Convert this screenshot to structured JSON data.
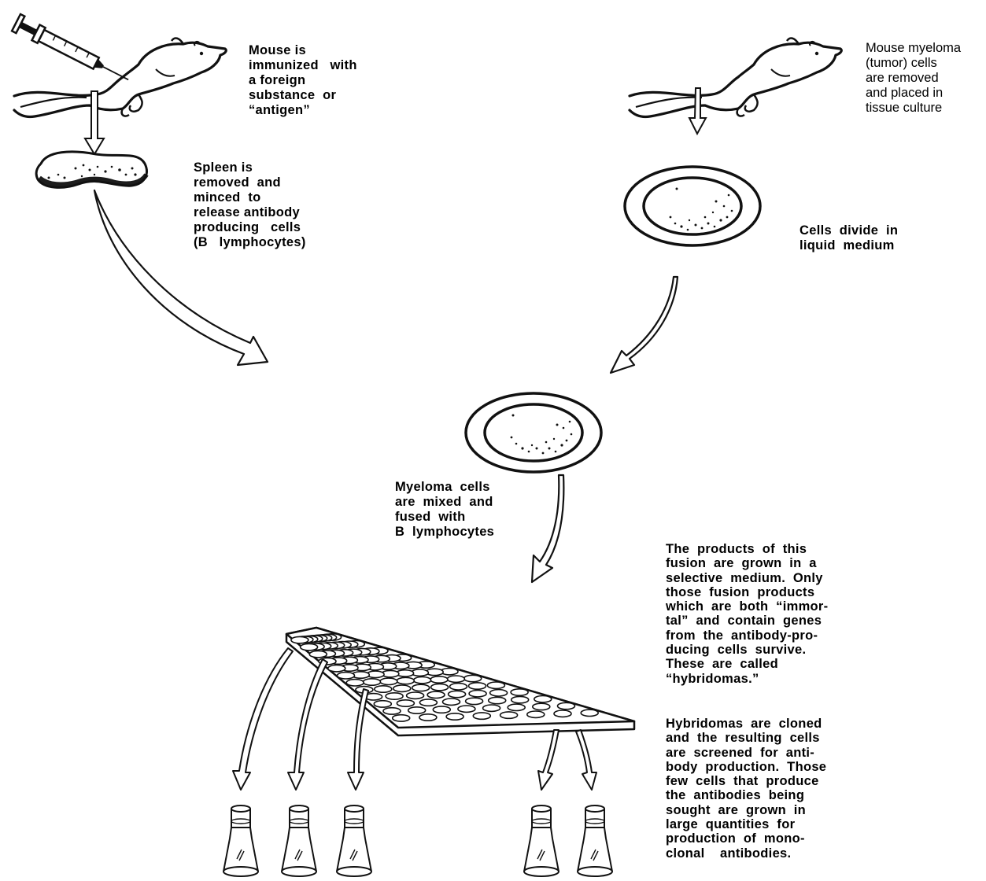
{
  "steps": {
    "immunize": [
      "Mouse is",
      "immunized   with",
      "a foreign",
      "substance  or",
      "“antigen”"
    ],
    "spleen": [
      "Spleen is",
      "removed  and",
      "minced  to",
      "release antibody",
      "producing   cells",
      "(B   lymphocytes)"
    ],
    "myeloma_source": [
      "Mouse myeloma",
      "(tumor) cells",
      "are removed",
      "and placed in",
      "tissue culture"
    ],
    "divide": [
      "Cells  divide  in",
      "liquid  medium"
    ],
    "fusion": [
      "Myeloma  cells",
      "are  mixed  and",
      "fused  with",
      "B  lymphocytes"
    ],
    "selective": [
      "The  products  of  this",
      "fusion  are  grown  in  a",
      "selective  medium.  Only",
      "those  fusion  products",
      "which  are  both  “immor-",
      "tal”  and  contain  genes",
      "from  the  antibody-pro-",
      "ducing  cells  survive.",
      "These  are  called",
      "“hybridomas.”"
    ],
    "clone": [
      "Hybridomas  are  cloned",
      "and  the  resulting  cells",
      "are  screened  for  anti-",
      "body  production.  Those",
      "few  cells  that  produce",
      "the  antibodies  being",
      "sought  are  grown  in",
      "large  quantities  for",
      "production  of  mono-",
      "clonal    antibodies."
    ]
  }
}
